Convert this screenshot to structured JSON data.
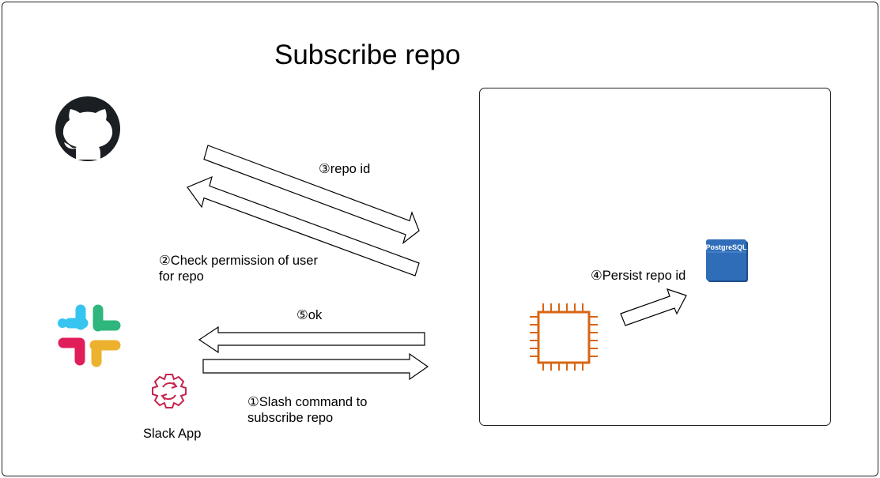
{
  "title": "Subscribe repo",
  "icons": {
    "github": "github-logo-icon",
    "slack": "slack-logo-icon",
    "slack_app": "gear-sync-icon",
    "server": "cpu-chip-icon",
    "database": "postgresql-database-icon"
  },
  "database_label": "PostgreSQL",
  "slack_app_label": "Slack App",
  "steps": {
    "slash_command": {
      "line1": "①Slash command to",
      "line2": "subscribe repo"
    },
    "check_permission": {
      "line1": "②Check permission of user",
      "line2": "for repo"
    },
    "repo_id": "③repo id",
    "persist": "④Persist repo id",
    "ok": "⑤ok"
  },
  "colors": {
    "border": "#222222",
    "github_black": "#1b1f23",
    "slack_blue": "#36c5f0",
    "slack_green": "#2eb67d",
    "slack_red": "#e01e5a",
    "slack_yellow": "#ecb22e",
    "slack_app_red": "#c7254e",
    "aws_orange": "#d86613",
    "postgres_blue": "#2f6db8"
  }
}
